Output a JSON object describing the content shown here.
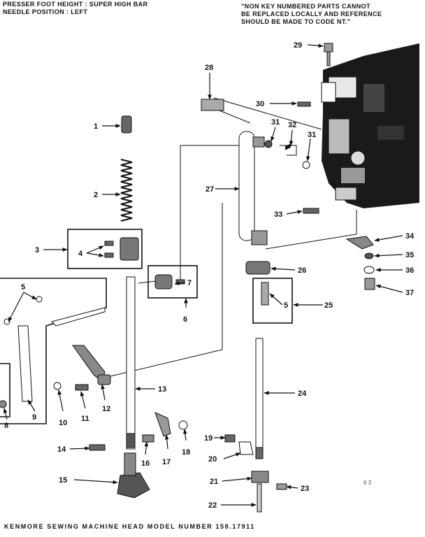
{
  "header": {
    "left_line1": "PRESSER FOOT HEIGHT : SUPER HIGH BAR",
    "left_line2": "NEEDLE POSITION : LEFT",
    "right_line1": "\"NON KEY NUMBERED PARTS CANNOT",
    "right_line2": "BE REPLACED LOCALLY AND REFERENCE",
    "right_line3": "SHOULD BE MADE TO CODE NT.\""
  },
  "footer": {
    "caption": "KENMORE SEWING MACHINE HEAD  MODEL NUMBER 158.17911"
  },
  "stray_mark": "6 3",
  "part_numbers": {
    "p1": "1",
    "p2": "2",
    "p3": "3",
    "p4": "4",
    "p5a": "5",
    "p5b": "5",
    "p6": "6",
    "p7": "7",
    "p8": "8",
    "p9": "9",
    "p10": "10",
    "p11": "11",
    "p12": "12",
    "p13": "13",
    "p14": "14",
    "p15": "15",
    "p16": "16",
    "p17": "17",
    "p18": "18",
    "p19": "19",
    "p20": "20",
    "p21": "21",
    "p22": "22",
    "p23": "23",
    "p24": "24",
    "p25": "25",
    "p26": "26",
    "p27": "27",
    "p28": "28",
    "p29": "29",
    "p30": "30",
    "p31a": "31",
    "p31b": "31",
    "p32": "32",
    "p33": "33",
    "p34": "34",
    "p35": "35",
    "p36": "36",
    "p37": "37"
  }
}
